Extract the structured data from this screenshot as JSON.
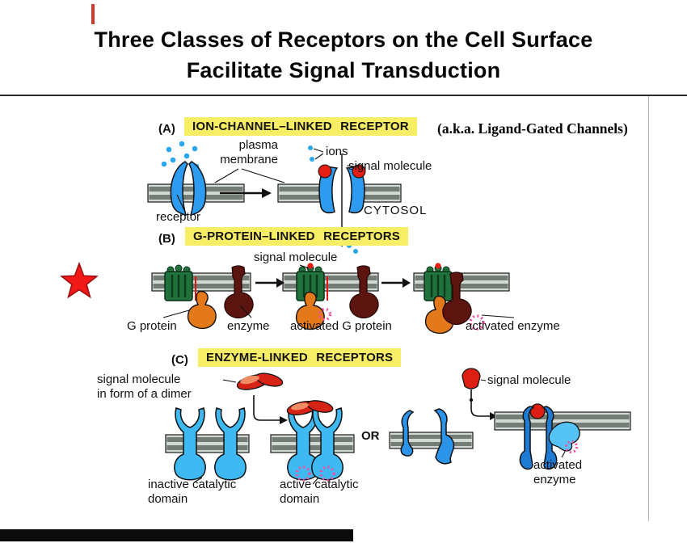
{
  "title": {
    "line1": "Three Classes of Receptors on the Cell Surface",
    "line2": "Facilitate Signal Transduction"
  },
  "panels": {
    "a": {
      "letter": "(A)",
      "heading": "ION-CHANNEL–LINKED RECEPTOR",
      "aka": "(a.k.a. Ligand-Gated Channels)",
      "labels": {
        "plasma_membrane_1": "plasma",
        "plasma_membrane_2": "membrane",
        "ions": "ions",
        "signal_molecule": "signal molecule",
        "cytosol": "CYTOSOL",
        "receptor": "receptor"
      }
    },
    "b": {
      "letter": "(B)",
      "heading": "G-PROTEIN–LINKED RECEPTORS",
      "labels": {
        "signal_molecule": "signal molecule",
        "g_protein": "G protein",
        "enzyme": "enzyme",
        "activated_g_protein": "activated G protein",
        "activated_enzyme": "activated enzyme"
      }
    },
    "c": {
      "letter": "(C)",
      "heading": "ENZYME-LINKED RECEPTORS",
      "labels": {
        "signal_molecule_line1": "signal molecule",
        "signal_molecule_line2": "in form of a dimer",
        "signal_molecule_right": "signal molecule",
        "or": "OR",
        "inactive_line1": "inactive catalytic",
        "inactive_line2": "domain",
        "active_line1": "active catalytic",
        "active_line2": "domain",
        "activated_line1": "activated",
        "activated_line2": "enzyme"
      }
    }
  },
  "annotations": {
    "star": "red-star-marker"
  },
  "colors": {
    "highlight_yellow": "#F8EE66",
    "membrane_gray": "#79837B",
    "membrane_light": "#D2D8D2",
    "receptor_blue": "#2D9BF0",
    "ion_blue": "#2AA7EF",
    "signal_red": "#E31E13",
    "gpcr_green": "#20713C",
    "g_protein_orange": "#E4791B",
    "enzyme_maroon": "#5B150E",
    "starburst_pink": "#F34FA4",
    "star_red": "#F11818",
    "light_blue_receptor": "#3FB9F2",
    "medium_blue_receptor": "#2B93E8",
    "dark_blue_receptor": "#1E7BD4",
    "activated_enzyme_blue": "#55C3F5"
  }
}
